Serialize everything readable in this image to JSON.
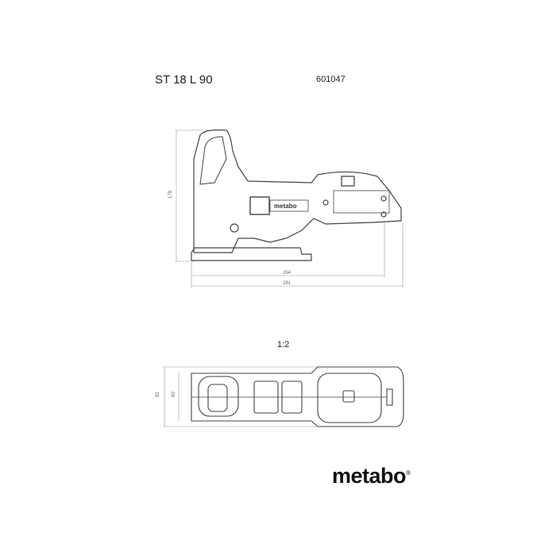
{
  "header": {
    "model": "ST 18 L 90",
    "part_number": "601047"
  },
  "side_view": {
    "height_label": "178",
    "length_label_1": "254",
    "length_label_2": "281",
    "housing_logo": "metabo"
  },
  "scale": "1:2",
  "top_view": {
    "width_label_1": "82",
    "width_label_2": "60"
  },
  "brand": {
    "logo_text": "metabo",
    "registered_mark": "®"
  }
}
